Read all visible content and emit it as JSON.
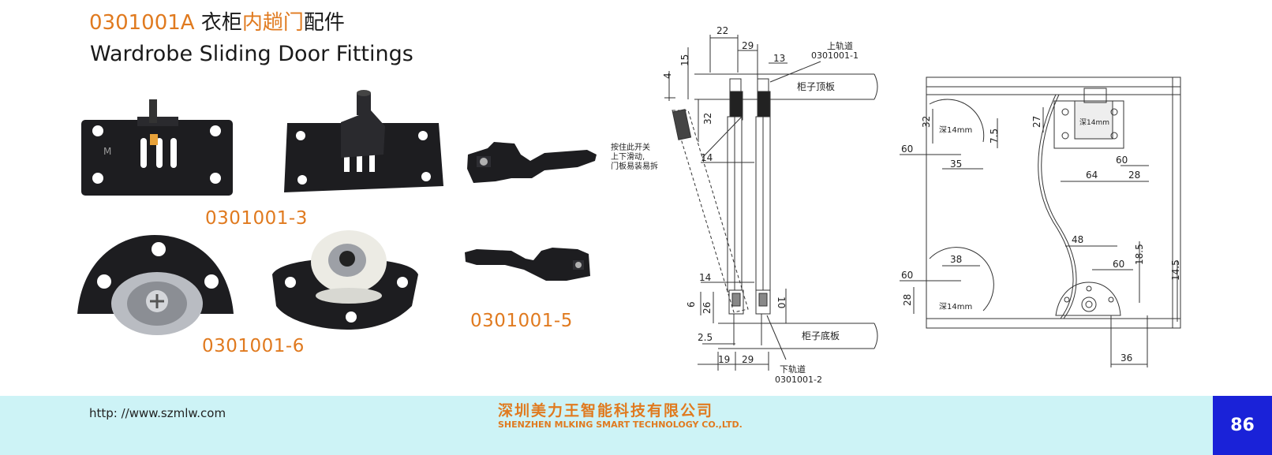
{
  "header": {
    "code": "0301001A",
    "title_cn_1": "衣柜",
    "title_cn_2": "内趟门",
    "title_cn_3": "配件",
    "title_en": "Wardrobe Sliding Door Fittings"
  },
  "products": {
    "label_3": "0301001-3",
    "label_6": "0301001-6",
    "label_5": "0301001-5",
    "plate_logo": "M"
  },
  "side_drawing": {
    "dims": {
      "d22": "22",
      "d29_top": "29",
      "d13": "13",
      "d15": "15",
      "d4": "4",
      "d32": "32",
      "d14_upper": "14",
      "d14_lower": "14",
      "d6": "6",
      "d26": "26",
      "d10": "10",
      "d2_5": "2.5",
      "d19": "19",
      "d29_bottom": "29"
    },
    "labels": {
      "top_rail_cn": "上轨道",
      "top_rail_code": "0301001-1",
      "top_board": "柜子顶板",
      "bottom_board": "柜子底板",
      "bottom_rail_cn": "下轨道",
      "bottom_rail_code": "0301001-2",
      "note_line1": "按住此开关",
      "note_line2": "上下滑动,",
      "note_line3": "门板易装易拆"
    }
  },
  "front_drawing": {
    "dims": {
      "d32": "32",
      "d60_a": "60",
      "d35": "35",
      "d7_5": "7.5",
      "d27": "27",
      "d60_b": "60",
      "d64": "64",
      "d28_a": "28",
      "d48": "48",
      "d38": "38",
      "d60_c": "60",
      "d18_5": "18.5",
      "d14_5": "14.5",
      "d60_d": "60",
      "d28_b": "28",
      "d36": "36"
    },
    "labels": {
      "depth_1": "深14mm",
      "depth_2": "深14mm",
      "depth_3": "深14mm"
    }
  },
  "footer": {
    "url": "http: //www.szmlw.com",
    "company_cn": "深圳美力王智能科技有限公司",
    "company_en": "SHENZHEN MLKING SMART TECHNOLOGY CO.,LTD.",
    "page_number": "86"
  },
  "colors": {
    "accent_orange": "#e07a1f",
    "footer_bg": "#cdf3f6",
    "page_box": "#1a22d8",
    "part_black": "#1c1c1e",
    "metal": "#b9bcc2"
  }
}
